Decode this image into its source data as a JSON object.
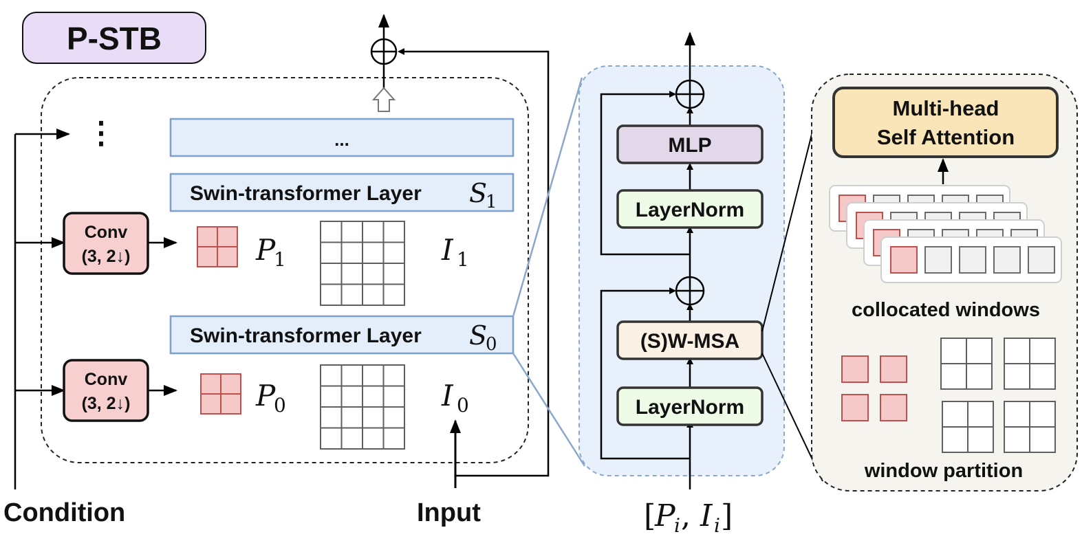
{
  "title": "P-STB",
  "left_panel": {
    "vdots": "⋮",
    "layer_dots": "...",
    "layer_s1": {
      "label": "Swin-transformer Layer",
      "sym": "S",
      "sub": "1"
    },
    "layer_s0": {
      "label": "Swin-transformer Layer",
      "sym": "S",
      "sub": "0"
    },
    "conv_top": {
      "line1": "Conv",
      "line2": "(3, 2↓)"
    },
    "conv_bottom": {
      "line1": "Conv",
      "line2": "(3, 2↓)"
    },
    "p1": {
      "sym": "P",
      "sub": "1"
    },
    "p0": {
      "sym": "P",
      "sub": "0"
    },
    "i1": {
      "sym": "I",
      "sub": "1"
    },
    "i0": {
      "sym": "I",
      "sub": "0"
    },
    "condition": "Condition",
    "input": "Input"
  },
  "middle_panel": {
    "mlp": "MLP",
    "layernorm_top": "LayerNorm",
    "wmsa": "(S)W-MSA",
    "layernorm_bottom": "LayerNorm",
    "input_formula": {
      "open": "[",
      "p": "P",
      "p_sub": "i",
      "comma": ", ",
      "i": "I",
      "i_sub": "i",
      "close": "]"
    }
  },
  "right_panel": {
    "attention_line1": "Multi-head",
    "attention_line2": "Self Attention",
    "collocated_label": "collocated windows",
    "partition_label": "window partition"
  },
  "colors": {
    "title_fill": "#e8dcf7",
    "layer_fill": "#e3eefa",
    "layer_stroke": "#7d9fcc",
    "conv_fill": "#f8cfcf",
    "patch_fill": "#f6c9c9",
    "patch_stroke": "#c0504d",
    "mlp_fill": "#e3d8ea",
    "layernorm_fill": "#eefbe6",
    "wmsa_fill": "#fbf1e4",
    "attention_fill": "#f9e5b8",
    "mid_bg": "#e8f0fb",
    "right_bg": "#f5f4ee"
  }
}
